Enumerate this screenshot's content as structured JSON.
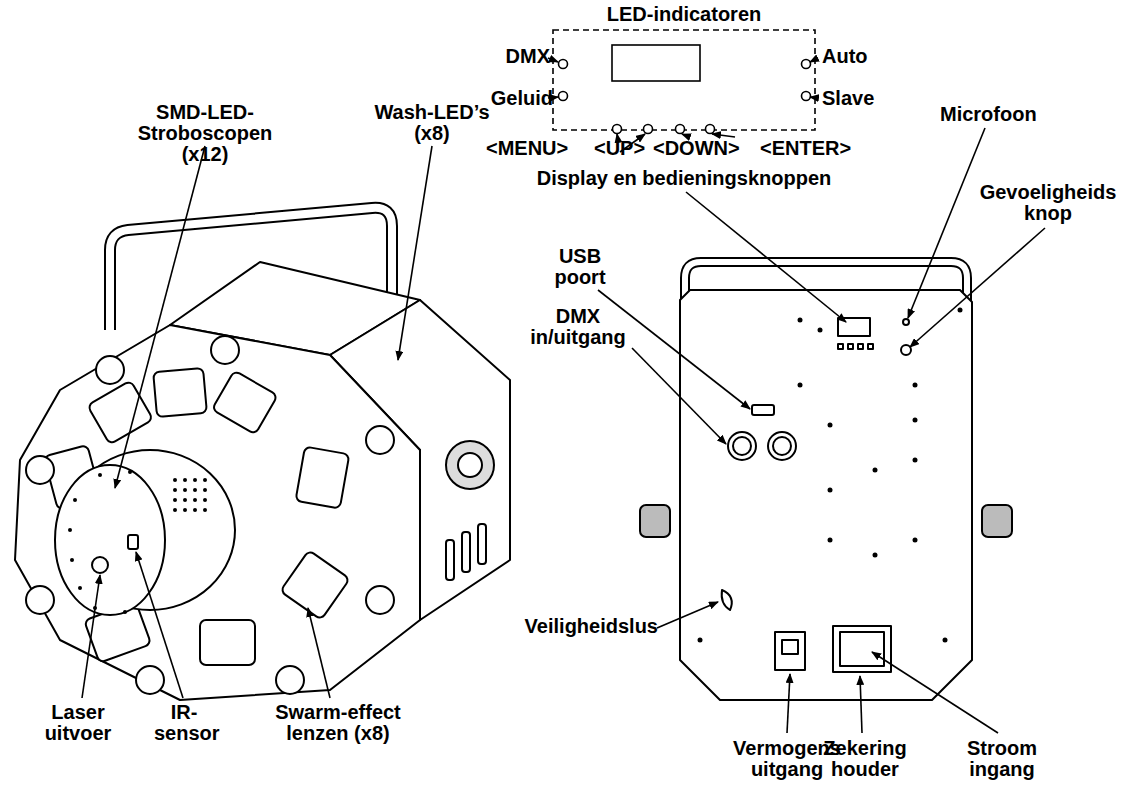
{
  "diagram": {
    "labels": [
      "LED-indicatoren",
      "DMX",
      "Auto",
      "Geluid",
      "Slave",
      "<MENU>",
      "<UP>",
      "<DOWN>",
      "<ENTER>",
      "Display en bedieningsknoppen",
      "SMD-LED- Stroboscopen (x12)",
      "Wash-LED’s (x8)",
      "Microfoon",
      "Gevoeligheids knop",
      "USB poort",
      "DMX in/uitgang",
      "Veiligheidslus",
      "Laser uitvoer",
      "IR- sensor",
      "Swarm-effect lenzen (x8)",
      "Vermogens uitgang",
      "Zekering houder",
      "Stroom ingang"
    ]
  }
}
